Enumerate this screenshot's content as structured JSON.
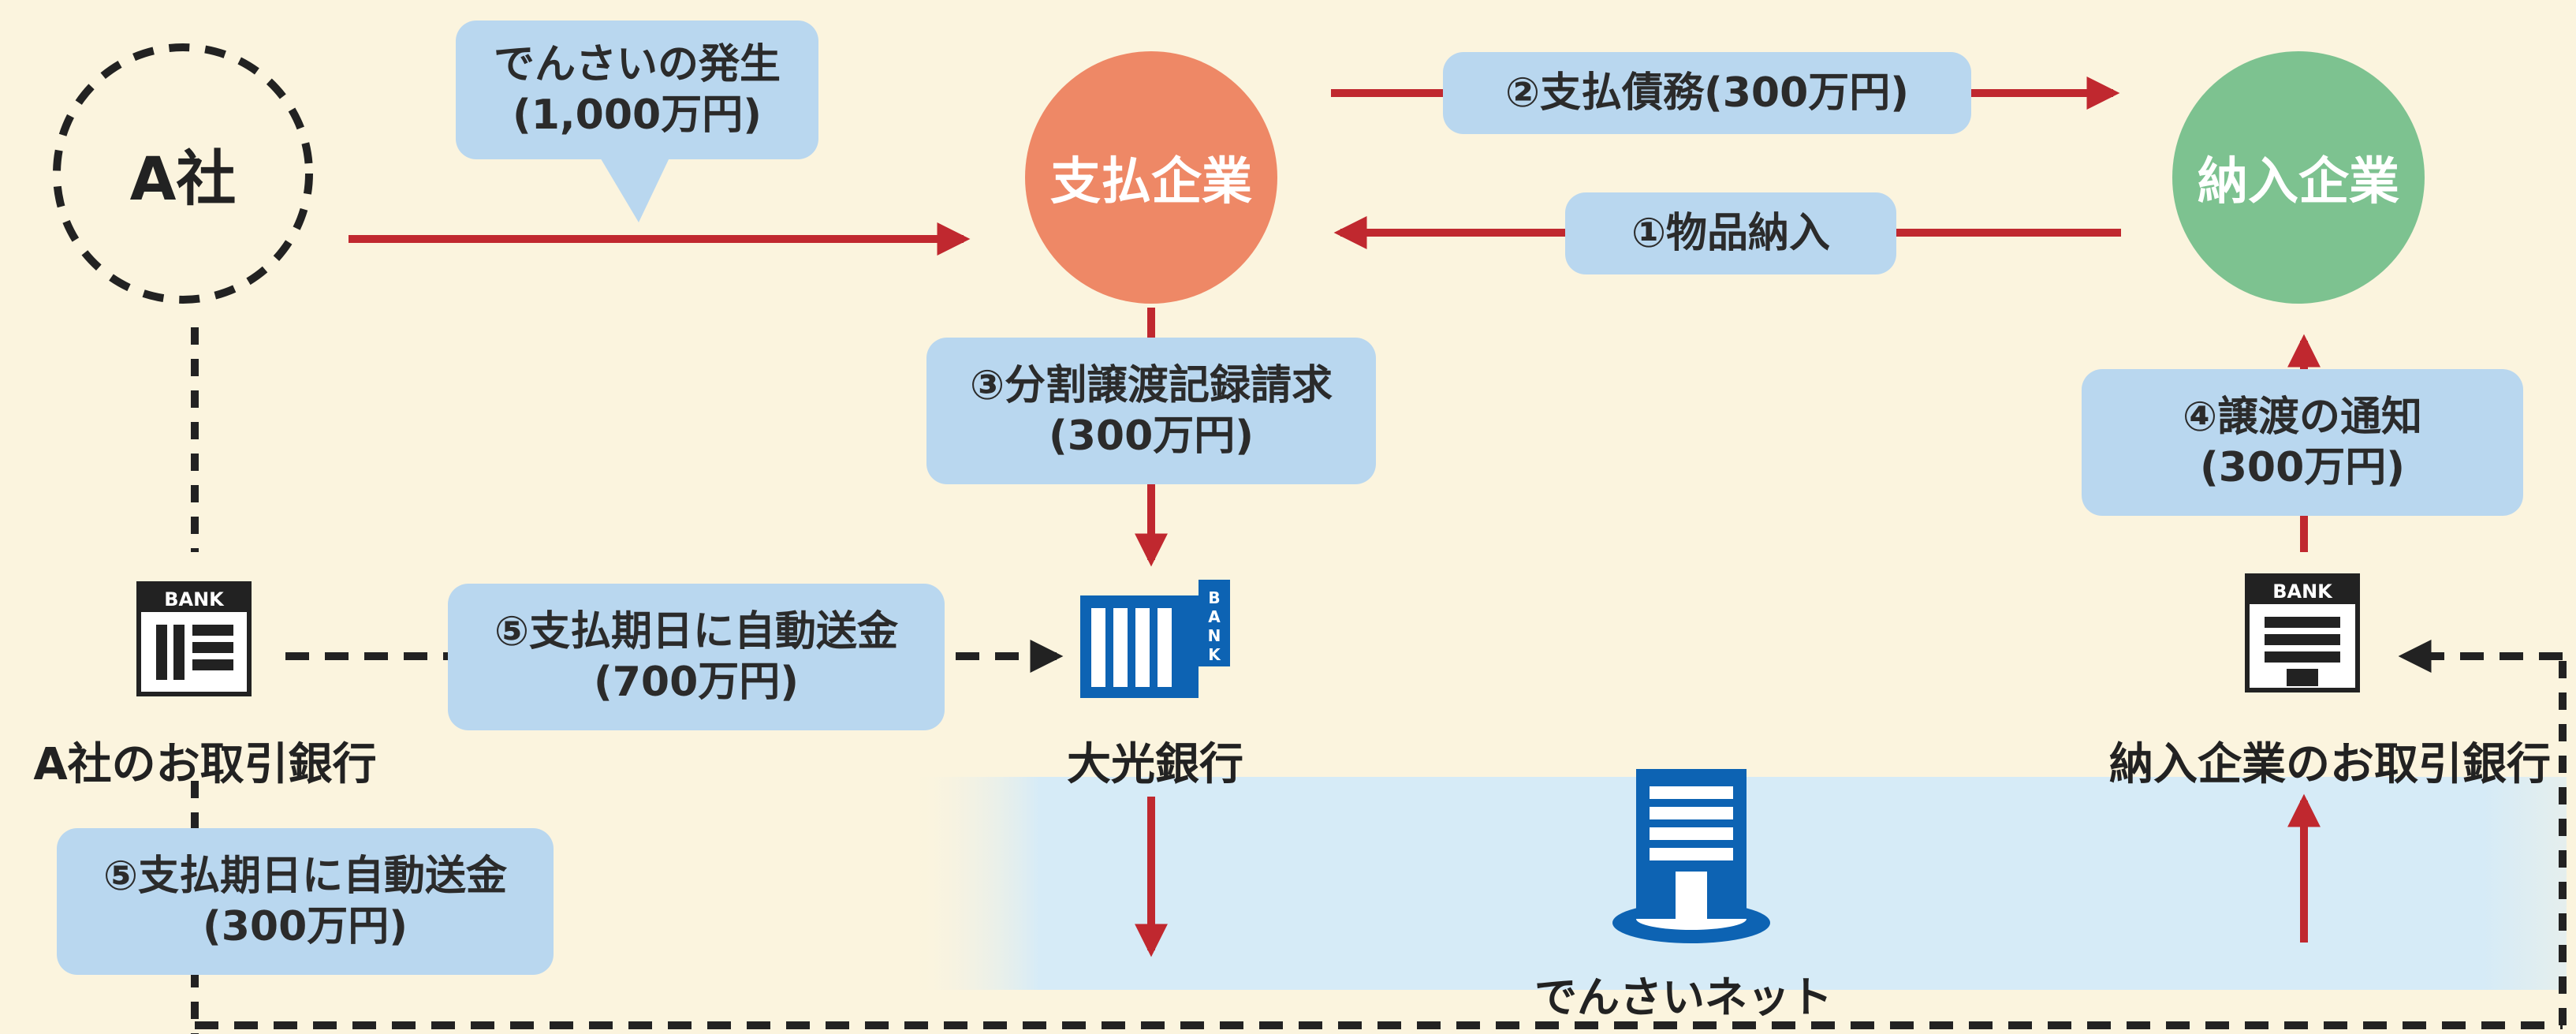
{
  "nodes": {
    "company_a": "A社",
    "payer": "支払企業",
    "supplier": "納入企業"
  },
  "labels": {
    "densai_issue": [
      "でんさいの発生",
      "(1,000万円)"
    ],
    "payment_obligation": "②支払債務(300万円)",
    "goods_delivery": "①物品納入",
    "split_transfer": [
      "③分割譲渡記録請求",
      "(300万円)"
    ],
    "transfer_notice": [
      "④譲渡の通知",
      "(300万円)"
    ],
    "auto_remit_700": [
      "⑤支払期日に自動送金",
      "(700万円)"
    ],
    "auto_remit_300": [
      "⑤支払期日に自動送金",
      "(300万円)"
    ]
  },
  "banks": {
    "bank_word": "BANK",
    "company_a_bank": "A社のお取引銀行",
    "taiko_bank": "大光銀行",
    "supplier_bank": "納入企業のお取引銀行"
  },
  "network": {
    "name": "でんさいネット"
  },
  "colors": {
    "background": "#fbf4de",
    "arrow": "#c0282f",
    "label_bg": "#b9d7ef",
    "payer_circle": "#ee8866",
    "supplier_circle": "#7dc290",
    "network_band": "#d6ebf7",
    "bank_blue": "#0d63b3"
  }
}
